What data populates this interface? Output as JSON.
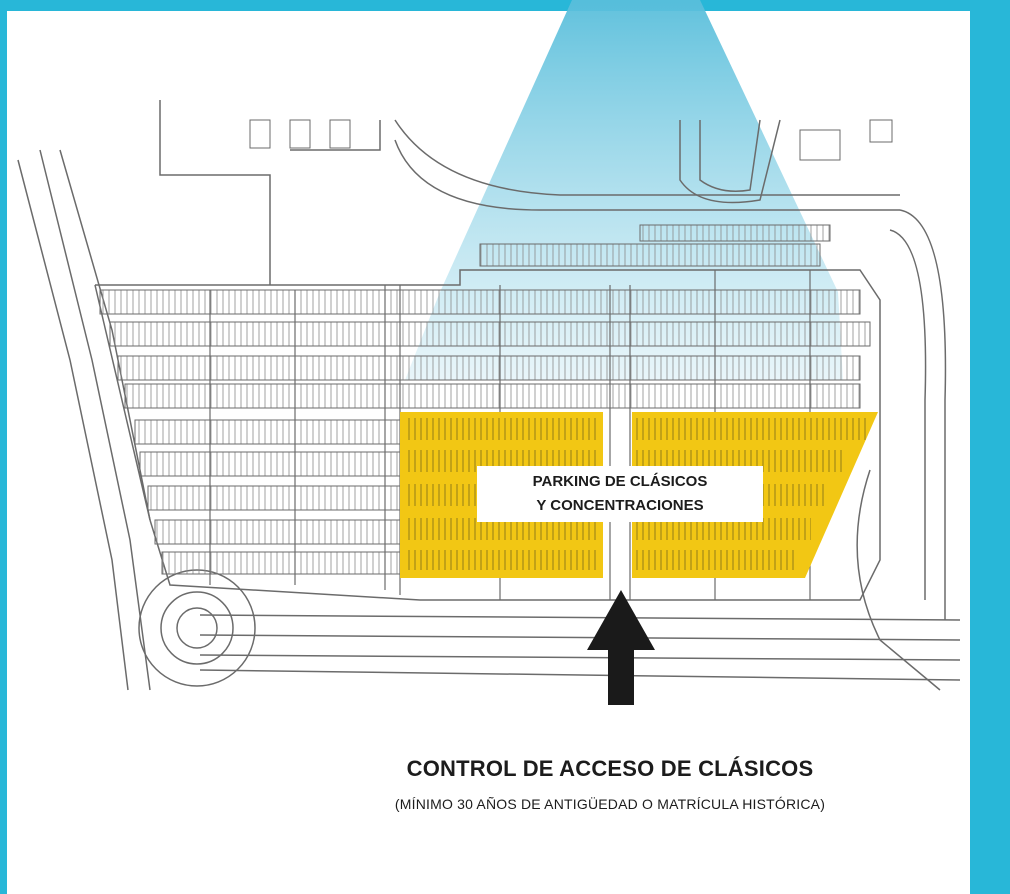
{
  "zone_label": {
    "line1": "PARKING DE CLÁSICOS",
    "line2": "Y CONCENTRACIONES"
  },
  "access": {
    "title": "CONTROL DE ACCESO DE CLÁSICOS",
    "subtitle": "(MÍNIMO 30 AÑOS DE ANTIGÜEDAD O MATRÍCULA HISTÓRICA)"
  },
  "colors": {
    "background": "#28b7d8",
    "panel": "#ffffff",
    "highlight_zone": "#f2c714",
    "camera_cone": "#7fcfe3",
    "arrow": "#1a1a1a",
    "linework": "#6b6b6b"
  },
  "icons": {
    "camera_cone": "view-cone",
    "entry_arrow": "arrow-up"
  }
}
